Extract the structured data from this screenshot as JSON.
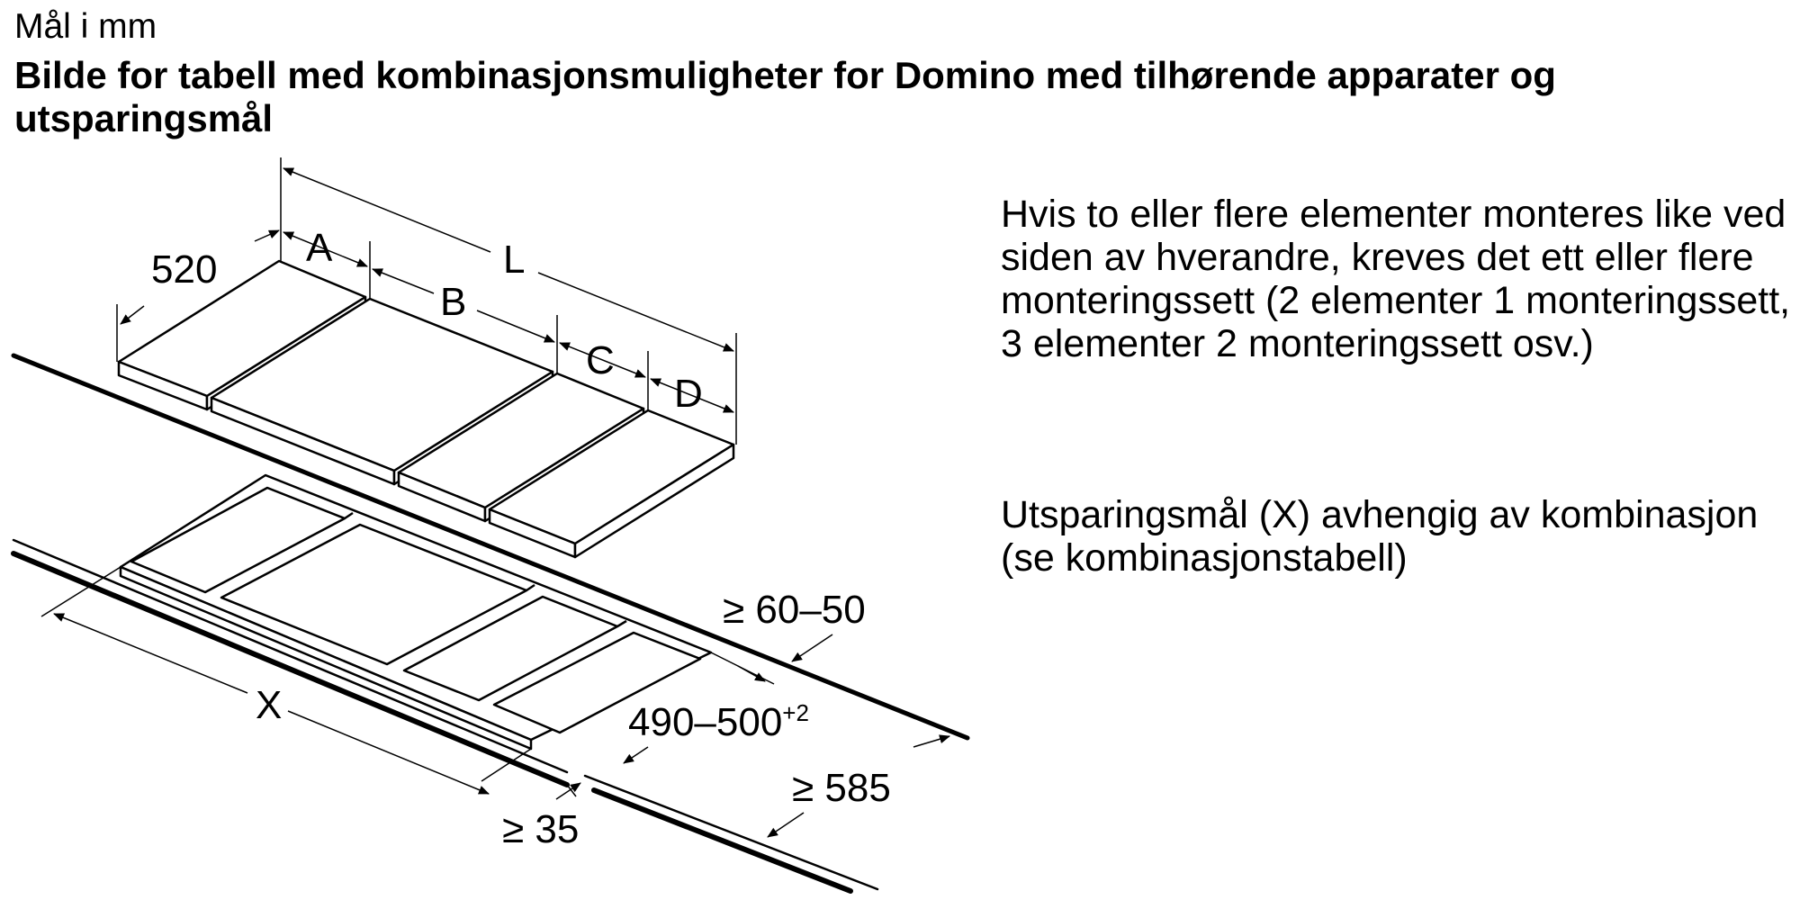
{
  "header": {
    "units": "Mål i mm",
    "title": "Bilde for tabell med kombinasjonsmuligheter for Domino med tilhørende apparater og utsparingsmål"
  },
  "notes": [
    "Hvis to eller flere elementer monteres like ved siden av hverandre, kreves det ett eller flere monteringssett (2 elementer 1 monteringssett, 3 elementer 2 monteringssett osv.)",
    "Utsparingsmål (X) avhengig av kombinasjon (se kombinasjonstabell)"
  ],
  "labels": {
    "depth": "520",
    "a": "A",
    "b": "B",
    "c": "C",
    "d": "D",
    "l": "L",
    "x": "X",
    "back_distance": "≥ 60–50",
    "cutout_depth": "490–500",
    "cutout_tol": "+2",
    "worktop_depth": "≥ 585",
    "front_distance": "≥ 35"
  }
}
